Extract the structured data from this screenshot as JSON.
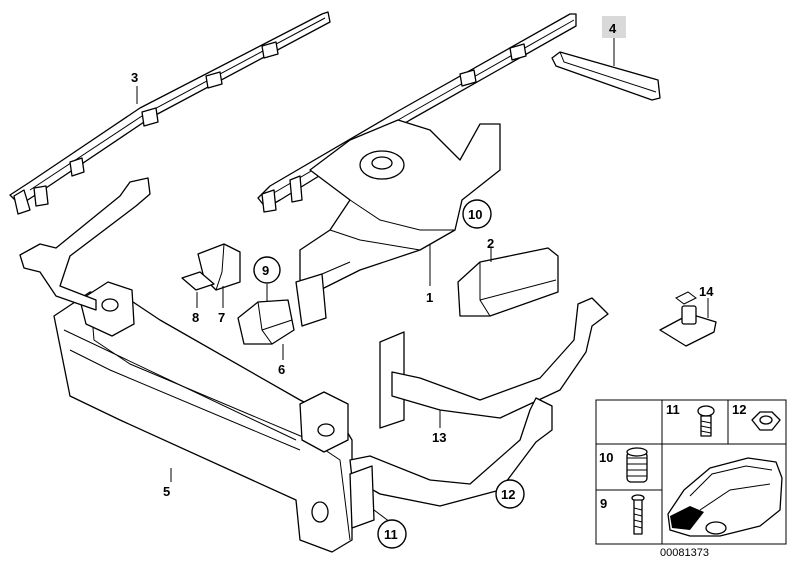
{
  "diagram": {
    "part_labels": {
      "p1": "1",
      "p2": "2",
      "p3": "3",
      "p4": "4",
      "p5": "5",
      "p6": "6",
      "p7": "7",
      "p8": "8",
      "p9": "9",
      "p10": "10",
      "p11": "11",
      "p12": "12",
      "p13": "13",
      "p14": "14"
    },
    "inset": {
      "c11": "11",
      "c12": "12",
      "c10": "10",
      "c9": "9"
    },
    "reference_number": "00081373",
    "colors": {
      "line": "#000000",
      "highlight": "#d9d9d9",
      "background": "#ffffff"
    }
  }
}
